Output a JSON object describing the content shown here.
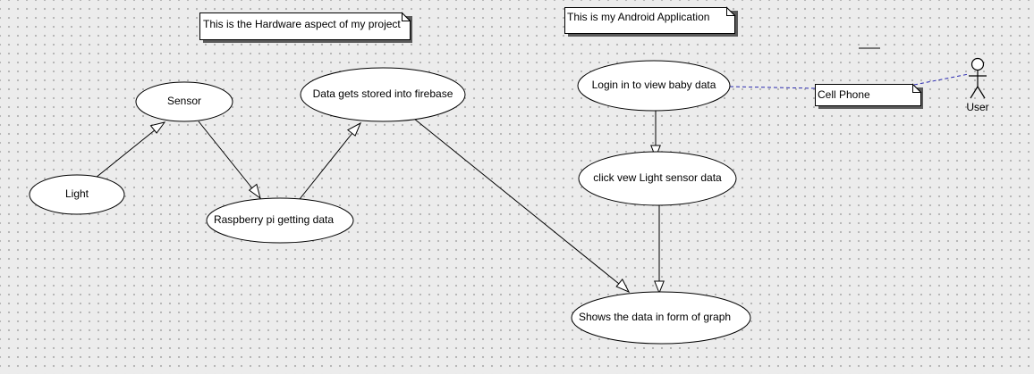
{
  "notes": {
    "hardware": "This is the Hardware aspect of my project",
    "android": "This is my Android Application",
    "cell_phone": "Cell Phone"
  },
  "use_cases": {
    "sensor": "Sensor",
    "firebase": "Data gets stored into firebase",
    "light": "Light",
    "raspberry_pi": "Raspberry pi getting data",
    "login": "Login in to view baby data",
    "view_light": "click vew Light sensor data",
    "graph": "Shows the data in form of graph"
  },
  "actor": {
    "name": "User"
  }
}
